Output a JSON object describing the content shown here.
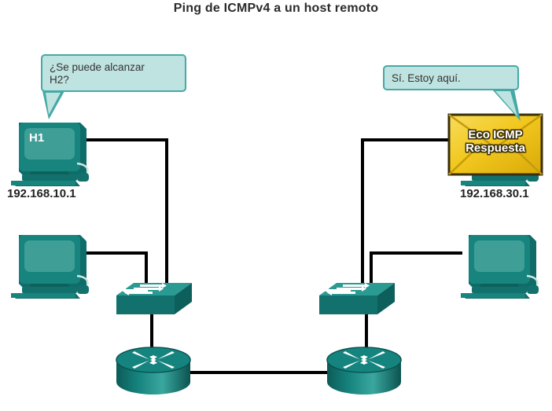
{
  "title": "Ping de ICMPv4 a un host remoto",
  "bubbles": [
    {
      "id": "query-bubble",
      "text": "¿Se puede alcanzar\nH2?"
    },
    {
      "id": "reply-bubble",
      "text": "Sí. Estoy aquí."
    }
  ],
  "devices": {
    "host_h1": {
      "label": "H1",
      "ip": "192.168.10.1",
      "icon": "desktop-computer-icon"
    },
    "host_pc2": {
      "label": "",
      "ip": "",
      "icon": "desktop-computer-icon"
    },
    "host_h2": {
      "label": "",
      "ip": "192.168.30.1",
      "icon": "desktop-computer-icon"
    },
    "host_pc4": {
      "label": "",
      "ip": "",
      "icon": "desktop-computer-icon"
    },
    "switch_left": {
      "icon": "network-switch-icon"
    },
    "switch_right": {
      "icon": "network-switch-icon"
    },
    "router_left": {
      "icon": "router-icon"
    },
    "router_right": {
      "icon": "router-icon"
    }
  },
  "packet": {
    "label": "Eco ICMP\nRespuesta",
    "icon": "envelope-icon"
  },
  "colors": {
    "background": "#ffffff",
    "teal_dark": "#12716d",
    "teal_mid": "#15847e",
    "teal_light": "#3d9e96",
    "teal_screen": "#52a9a1",
    "bubble_fill": "#bfe3e0",
    "bubble_border": "#46a9a6",
    "envelope_fill": "#f2cb2a",
    "envelope_border": "#3a2f07",
    "wire": "#000000",
    "title_text": "#2b2b2b",
    "ip_text": "#222222"
  }
}
